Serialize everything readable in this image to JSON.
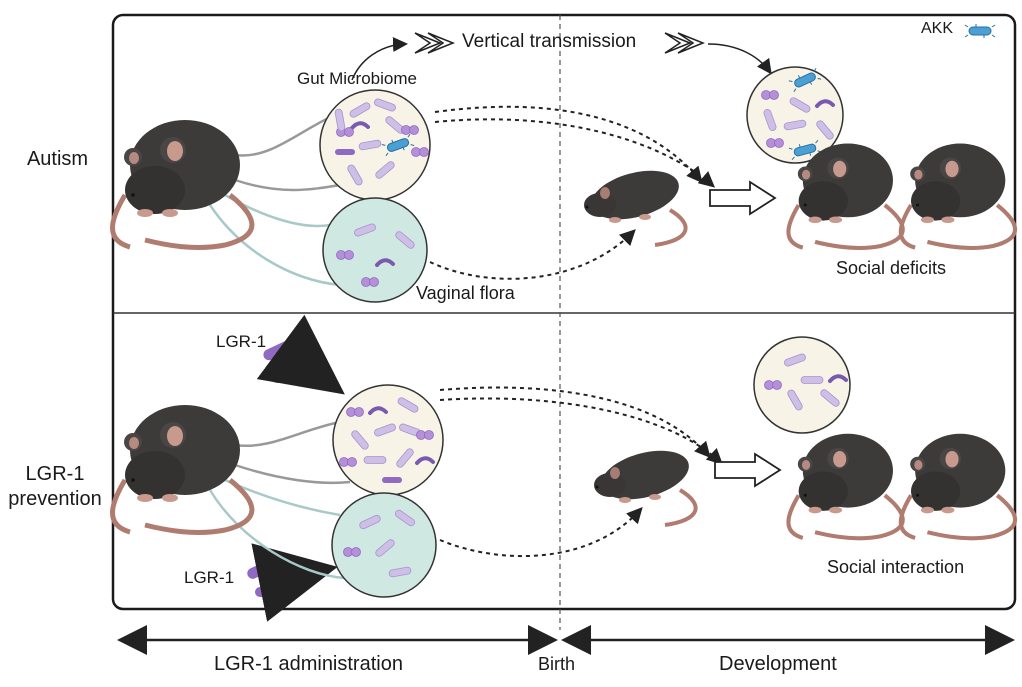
{
  "rows": {
    "autism": "Autism",
    "prevention_line1": "LGR-1",
    "prevention_line2": "prevention"
  },
  "labels": {
    "vertical_transmission": "Vertical transmission",
    "gut_microbiome": "Gut Microbiome",
    "vaginal_flora": "Vaginal flora",
    "akk": "AKK",
    "social_deficits": "Social deficits",
    "social_interaction": "Social interaction",
    "lgr1_top": "LGR-1",
    "lgr1_bottom": "LGR-1"
  },
  "timeline": {
    "left": "LGR-1 administration",
    "middle": "Birth",
    "right": "Development"
  },
  "colors": {
    "mouse_fur": "#3d3a3a",
    "mouse_tail": "#b07c70",
    "gut_circle": "#f7f3e6",
    "vaginal_circle": "#cfe8e2",
    "bacteria_light": "#cdbfe6",
    "bacteria_dark": "#8e6ac2",
    "akk_blue": "#4a9fd4"
  },
  "icons": {
    "vertical_transmission_arrows": "double-chevron-arrow-icon",
    "akk_bacterium": "akk-bacterium-icon"
  }
}
